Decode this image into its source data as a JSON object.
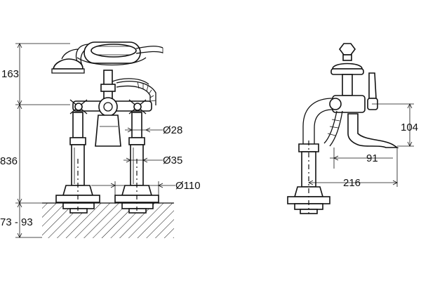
{
  "dimensions": {
    "height_top": "163",
    "height_mid": "836",
    "height_floor": "73 - 93",
    "dia_28": "Ø28",
    "dia_35": "Ø35",
    "dia_110": "Ø110",
    "spout_height": "104",
    "spout_offset": "91",
    "spout_reach": "216"
  },
  "colors": {
    "line": "#111111",
    "background": "#ffffff"
  }
}
